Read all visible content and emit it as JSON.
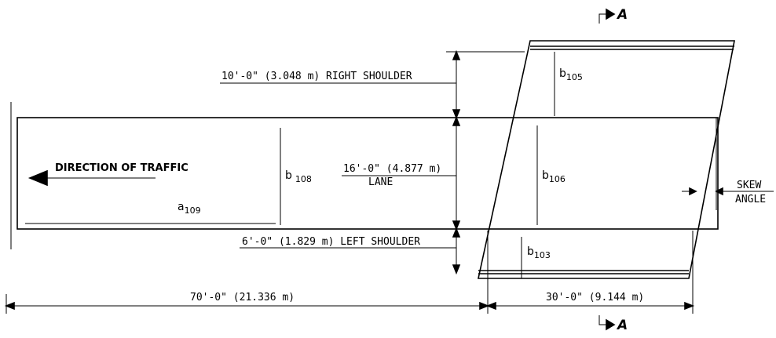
{
  "labels": {
    "right_shoulder": "10'-0\" (3.048 m) RIGHT SHOULDER",
    "lane_dim": "16'-0\" (4.877 m)",
    "lane": "LANE",
    "left_shoulder": "6'-0\" (1.829 m) LEFT SHOULDER",
    "dim_70": "70'-0\" (21.336 m)",
    "dim_30": "30'-0\" (9.144 m)",
    "direction": "DIRECTION OF TRAFFIC",
    "skew": "SKEW",
    "angle": "ANGLE",
    "section_top": "A",
    "section_bottom": "A"
  },
  "dimension_refs": {
    "b105": {
      "sym": "b",
      "sub": "105"
    },
    "b106": {
      "sym": "b",
      "sub": "106"
    },
    "b108": {
      "sym": "b",
      "sub": "108"
    },
    "b103": {
      "sym": "b",
      "sub": "103"
    },
    "a109": {
      "sym": "a",
      "sub": "109"
    }
  }
}
